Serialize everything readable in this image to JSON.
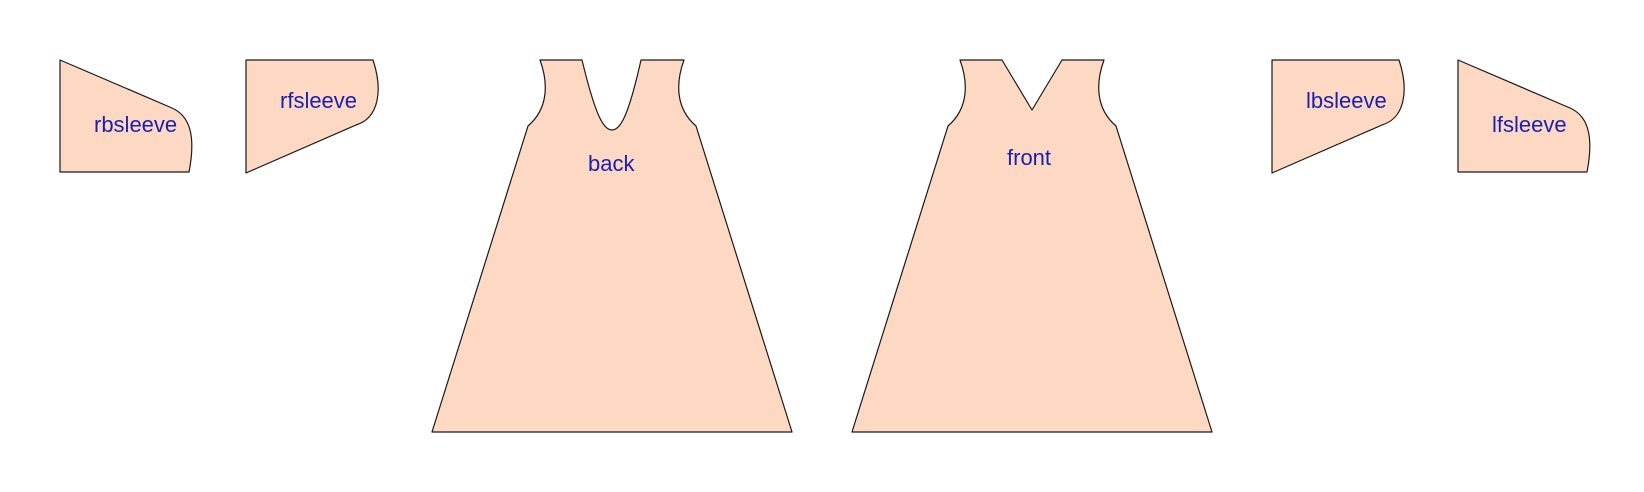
{
  "colors": {
    "piece_fill": "#fdd9c4",
    "piece_stroke": "#1a1a1a",
    "label": "#1a1fb0",
    "background": "#ffffff"
  },
  "pieces": [
    {
      "id": "rbsleeve",
      "label": "rbsleeve"
    },
    {
      "id": "rfsleeve",
      "label": "rfsleeve"
    },
    {
      "id": "back",
      "label": "back"
    },
    {
      "id": "front",
      "label": "front"
    },
    {
      "id": "lbsleeve",
      "label": "lbsleeve"
    },
    {
      "id": "lfsleeve",
      "label": "lfsleeve"
    }
  ]
}
